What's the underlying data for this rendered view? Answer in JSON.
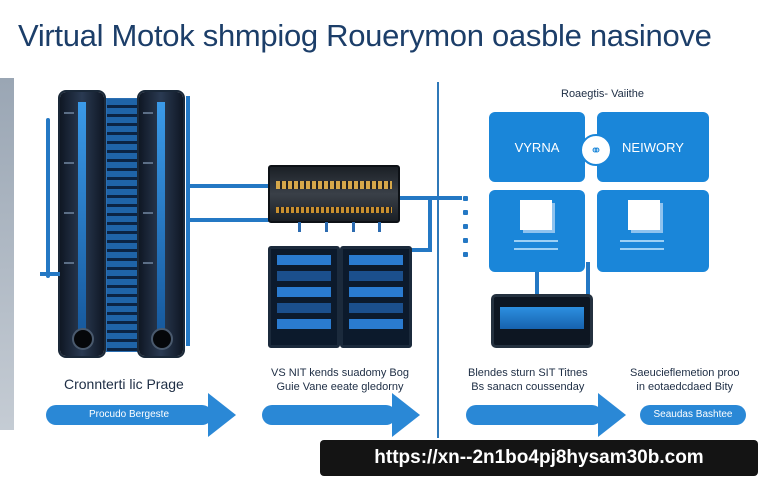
{
  "title": "Virtual Motok shmpiog Rouerymon oasble nasinove",
  "section_right_heading": "Roaegtis- Vaiithe",
  "vm_boxes": {
    "top_left_label": "VYRNA",
    "top_right_label": "NEIWORY"
  },
  "captions": {
    "left": "Cronnterti lic Prage",
    "center": "VS NIT kends suadomy Bog\nGuie Vane eeate gledorny",
    "right_a": "Blendes sturn SIT Titnes\nBs sanacn coussenday",
    "right_b": "Saeucieflemetion proo\nin eotaedcdaed Bity"
  },
  "pills": {
    "left": "Procudo Bergeste",
    "right": "Seaudas Bashtee"
  },
  "url": "https://xn--2n1bo4pj8hysam30b.com",
  "colors": {
    "primary": "#1a86d9",
    "dark": "#0c1a2c",
    "title": "#1c3e69",
    "arrow": "#2a88d6"
  }
}
